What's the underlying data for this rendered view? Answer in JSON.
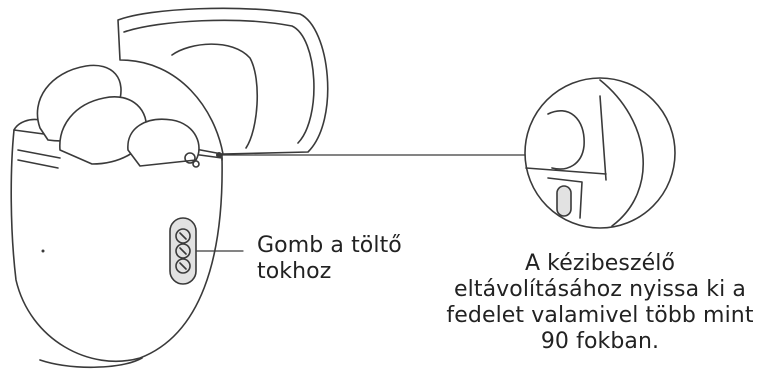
{
  "labels": {
    "button_label": {
      "line1": "Gomb a töltő",
      "line2": "tokhoz"
    },
    "lid_label": {
      "line1": "A kézibeszélő",
      "line2": "eltávolításához nyissa ki a",
      "line3": "fedelet valamivel több mint",
      "line4": "90 fokban."
    }
  },
  "colors": {
    "stroke": "#3a3a3a",
    "text": "#222222",
    "fill": "#ffffff",
    "button_fill": "#e2e2e2"
  },
  "icons": [
    "charging-case-illustration",
    "charging-case-button",
    "hinge-detail-circle"
  ]
}
